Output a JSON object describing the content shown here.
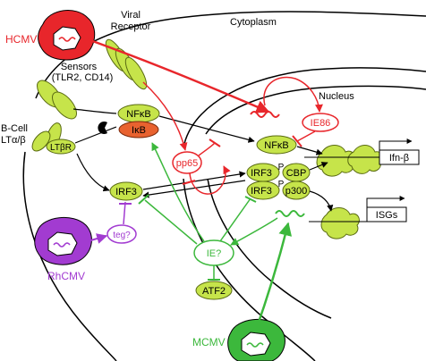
{
  "regions": {
    "cytoplasm": "Cytoplasm",
    "nucleus": "Nucleus"
  },
  "receptors": {
    "viral_receptor_line1": "Viral",
    "viral_receptor_line2": "Receptor",
    "sensors_line1": "Sensors",
    "sensors_line2": "(TLR2, CD14)",
    "ltbr": "LTβR",
    "bcell_line1": "B-Cell",
    "bcell_line2": "LTα/β"
  },
  "viruses": {
    "hcmv": "HCMV",
    "rhcmv": "RhCMV",
    "mcmv": "MCMV"
  },
  "proteins": {
    "nfkb_cyto": "NFκB",
    "ikb": "IκB",
    "pp65": "pp65",
    "ie86": "IE86",
    "nfkb_nuc": "NFκB",
    "irf3_cyto": "IRF3",
    "irf3_top": "IRF3",
    "irf3_bottom": "IRF3",
    "phospho_top": "P",
    "phospho_bottom": "P",
    "cbp": "CBP",
    "p300": "p300",
    "teg": "teg?",
    "ie": "IE?",
    "atf2": "ATF2"
  },
  "genes": {
    "ifn_b": "Ifn-β",
    "isgs": "ISGs"
  },
  "colors": {
    "hcmv": "#e8262b",
    "rhcmv": "#a23bd1",
    "mcmv": "#3cb83c",
    "protein_fill": "#c6e44a",
    "ikb_fill": "#e8622f",
    "dna_red": "#e8262b",
    "dna_green": "#3cb83c"
  }
}
